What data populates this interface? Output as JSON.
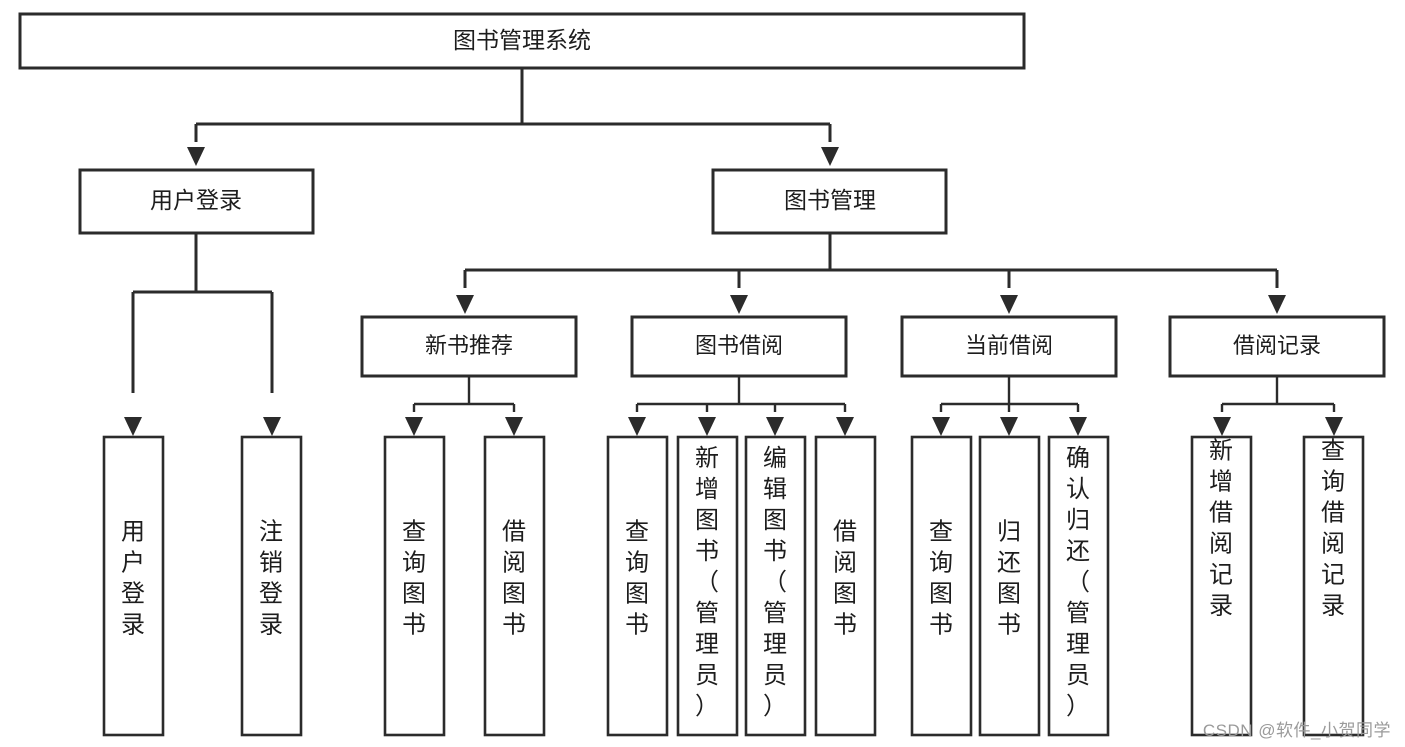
{
  "diagram": {
    "type": "hierarchy-tree",
    "title_node": {
      "id": "root",
      "label": "图书管理系统"
    },
    "levels": [
      {
        "level": 1,
        "nodes": [
          {
            "id": "root",
            "label": "图书管理系统",
            "orientation": "horizontal"
          }
        ]
      },
      {
        "level": 2,
        "nodes": [
          {
            "id": "login",
            "label": "用户登录",
            "orientation": "horizontal",
            "parent": "root"
          },
          {
            "id": "bookmgmt",
            "label": "图书管理",
            "orientation": "horizontal",
            "parent": "root"
          }
        ]
      },
      {
        "level": 3,
        "nodes": [
          {
            "id": "newbook",
            "label": "新书推荐",
            "orientation": "horizontal",
            "parent": "bookmgmt"
          },
          {
            "id": "borrow",
            "label": "图书借阅",
            "orientation": "horizontal",
            "parent": "bookmgmt"
          },
          {
            "id": "current",
            "label": "当前借阅",
            "orientation": "horizontal",
            "parent": "bookmgmt"
          },
          {
            "id": "record",
            "label": "借阅记录",
            "orientation": "horizontal",
            "parent": "bookmgmt"
          }
        ]
      },
      {
        "level": 4,
        "nodes": [
          {
            "id": "leaf1",
            "label": "用户登录",
            "orientation": "vertical",
            "parent": "login"
          },
          {
            "id": "leaf2",
            "label": "注销登录",
            "orientation": "vertical",
            "parent": "login"
          },
          {
            "id": "leaf3",
            "label": "查询图书",
            "orientation": "vertical",
            "parent": "newbook"
          },
          {
            "id": "leaf4",
            "label": "借阅图书",
            "orientation": "vertical",
            "parent": "newbook"
          },
          {
            "id": "leaf5",
            "label": "查询图书",
            "orientation": "vertical",
            "parent": "borrow"
          },
          {
            "id": "leaf6",
            "label": "新增图书（管理员）",
            "orientation": "vertical",
            "parent": "borrow"
          },
          {
            "id": "leaf7",
            "label": "编辑图书（管理员）",
            "orientation": "vertical",
            "parent": "borrow"
          },
          {
            "id": "leaf8",
            "label": "借阅图书",
            "orientation": "vertical",
            "parent": "borrow"
          },
          {
            "id": "leaf9",
            "label": "查询图书",
            "orientation": "vertical",
            "parent": "current"
          },
          {
            "id": "leaf10",
            "label": "归还图书",
            "orientation": "vertical",
            "parent": "current"
          },
          {
            "id": "leaf11",
            "label": "确认归还（管理员）",
            "orientation": "vertical",
            "parent": "current"
          },
          {
            "id": "leaf12",
            "label": "新增借阅记录",
            "orientation": "vertical",
            "parent": "record"
          },
          {
            "id": "leaf13",
            "label": "查询借阅记录",
            "orientation": "vertical",
            "parent": "record"
          }
        ]
      }
    ],
    "colors": {
      "stroke": "#2b2b2b",
      "fill": "#ffffff",
      "text": "#1d1d1d",
      "watermark": "#9a9a9a",
      "background": "#ffffff"
    }
  },
  "watermark": {
    "text": "CSDN @软件_小贺同学"
  }
}
